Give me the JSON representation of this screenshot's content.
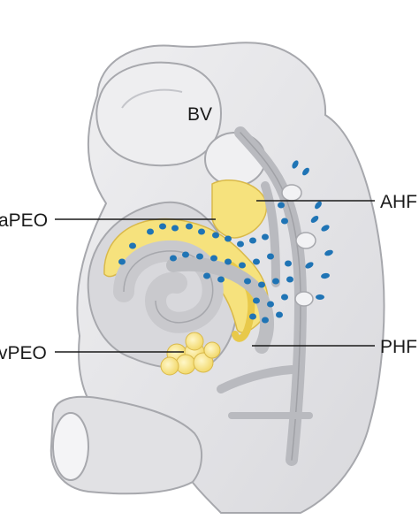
{
  "labels": {
    "bv": "BV",
    "apeo": "aPEO",
    "ahf": "AHF",
    "vpeo": "vPEO",
    "phf": "PHF"
  },
  "colors": {
    "tissue": "#e6e6e8",
    "tissue_dark": "#cfcfd3",
    "outline": "#a7a8ad",
    "yellow": "#f6e27d",
    "yellow_edge": "#d9b94a",
    "cell": "#1f74b5",
    "vessel": "#b9babf"
  }
}
